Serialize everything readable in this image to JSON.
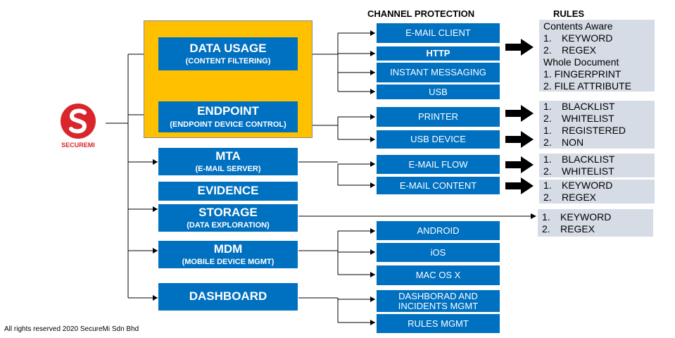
{
  "logo": {
    "brand": "SECUREMI"
  },
  "headers": {
    "channel": "CHANNEL PROTECTION",
    "rules": "RULES"
  },
  "modules": {
    "data_usage": {
      "title": "DATA USAGE",
      "subtitle": "(CONTENT FILTERING)"
    },
    "endpoint": {
      "title": "ENDPOINT",
      "subtitle": "(ENDPOINT DEVICE CONTROL)"
    },
    "mta": {
      "title": "MTA",
      "subtitle": "(E-MAIL SERVER)"
    },
    "evidence": {
      "title": "EVIDENCE"
    },
    "storage": {
      "title": "STORAGE",
      "subtitle": "(DATA EXPLORATION)"
    },
    "mdm": {
      "title": "MDM",
      "subtitle": "(MOBILE DEVICE MGMT)"
    },
    "dashboard": {
      "title": "DASHBOARD"
    }
  },
  "channels": {
    "email_client": "E-MAIL CLIENT",
    "http": "HTTP",
    "instant_messaging": "INSTANT MESSAGING",
    "usb": "USB",
    "printer": "PRINTER",
    "usb_device": "USB DEVICE",
    "email_flow": "E-MAIL FLOW",
    "email_content": "E-MAIL CONTENT",
    "android": "ANDROID",
    "ios": "iOS",
    "mac_os_x": "MAC OS X",
    "dashboard_incidents_1": "DASHBORAD AND",
    "dashboard_incidents_2": "INCIDENTS MGMT",
    "rules_mgmt": "RULES MGMT"
  },
  "rules": {
    "content": {
      "heading1": "Contents Aware",
      "items1": [
        {
          "n": "1.",
          "t": "KEYWORD"
        },
        {
          "n": "2.",
          "t": "REGEX"
        }
      ],
      "heading2": "Whole Document",
      "items2": [
        {
          "n": "1.",
          "t": "FINGERPRINT"
        },
        {
          "n": "2.",
          "t": "FILE ATTRIBUTE"
        }
      ]
    },
    "printer": [
      {
        "n": "1.",
        "t": "BLACKLIST"
      },
      {
        "n": "2.",
        "t": "WHITELIST"
      }
    ],
    "usb_device": [
      {
        "n": "1.",
        "t": "REGISTERED"
      },
      {
        "n": "2.",
        "t": "NON"
      }
    ],
    "email_flow": [
      {
        "n": "1.",
        "t": "BLACKLIST"
      },
      {
        "n": "2.",
        "t": "WHITELIST"
      }
    ],
    "email_content": [
      {
        "n": "1.",
        "t": "KEYWORD"
      },
      {
        "n": "2.",
        "t": "REGEX"
      }
    ],
    "storage": [
      {
        "n": "1.",
        "t": "KEYWORD"
      },
      {
        "n": "2.",
        "t": "REGEX"
      }
    ]
  },
  "footer": "All rights reserved 2020 SecureMi Sdn Bhd"
}
